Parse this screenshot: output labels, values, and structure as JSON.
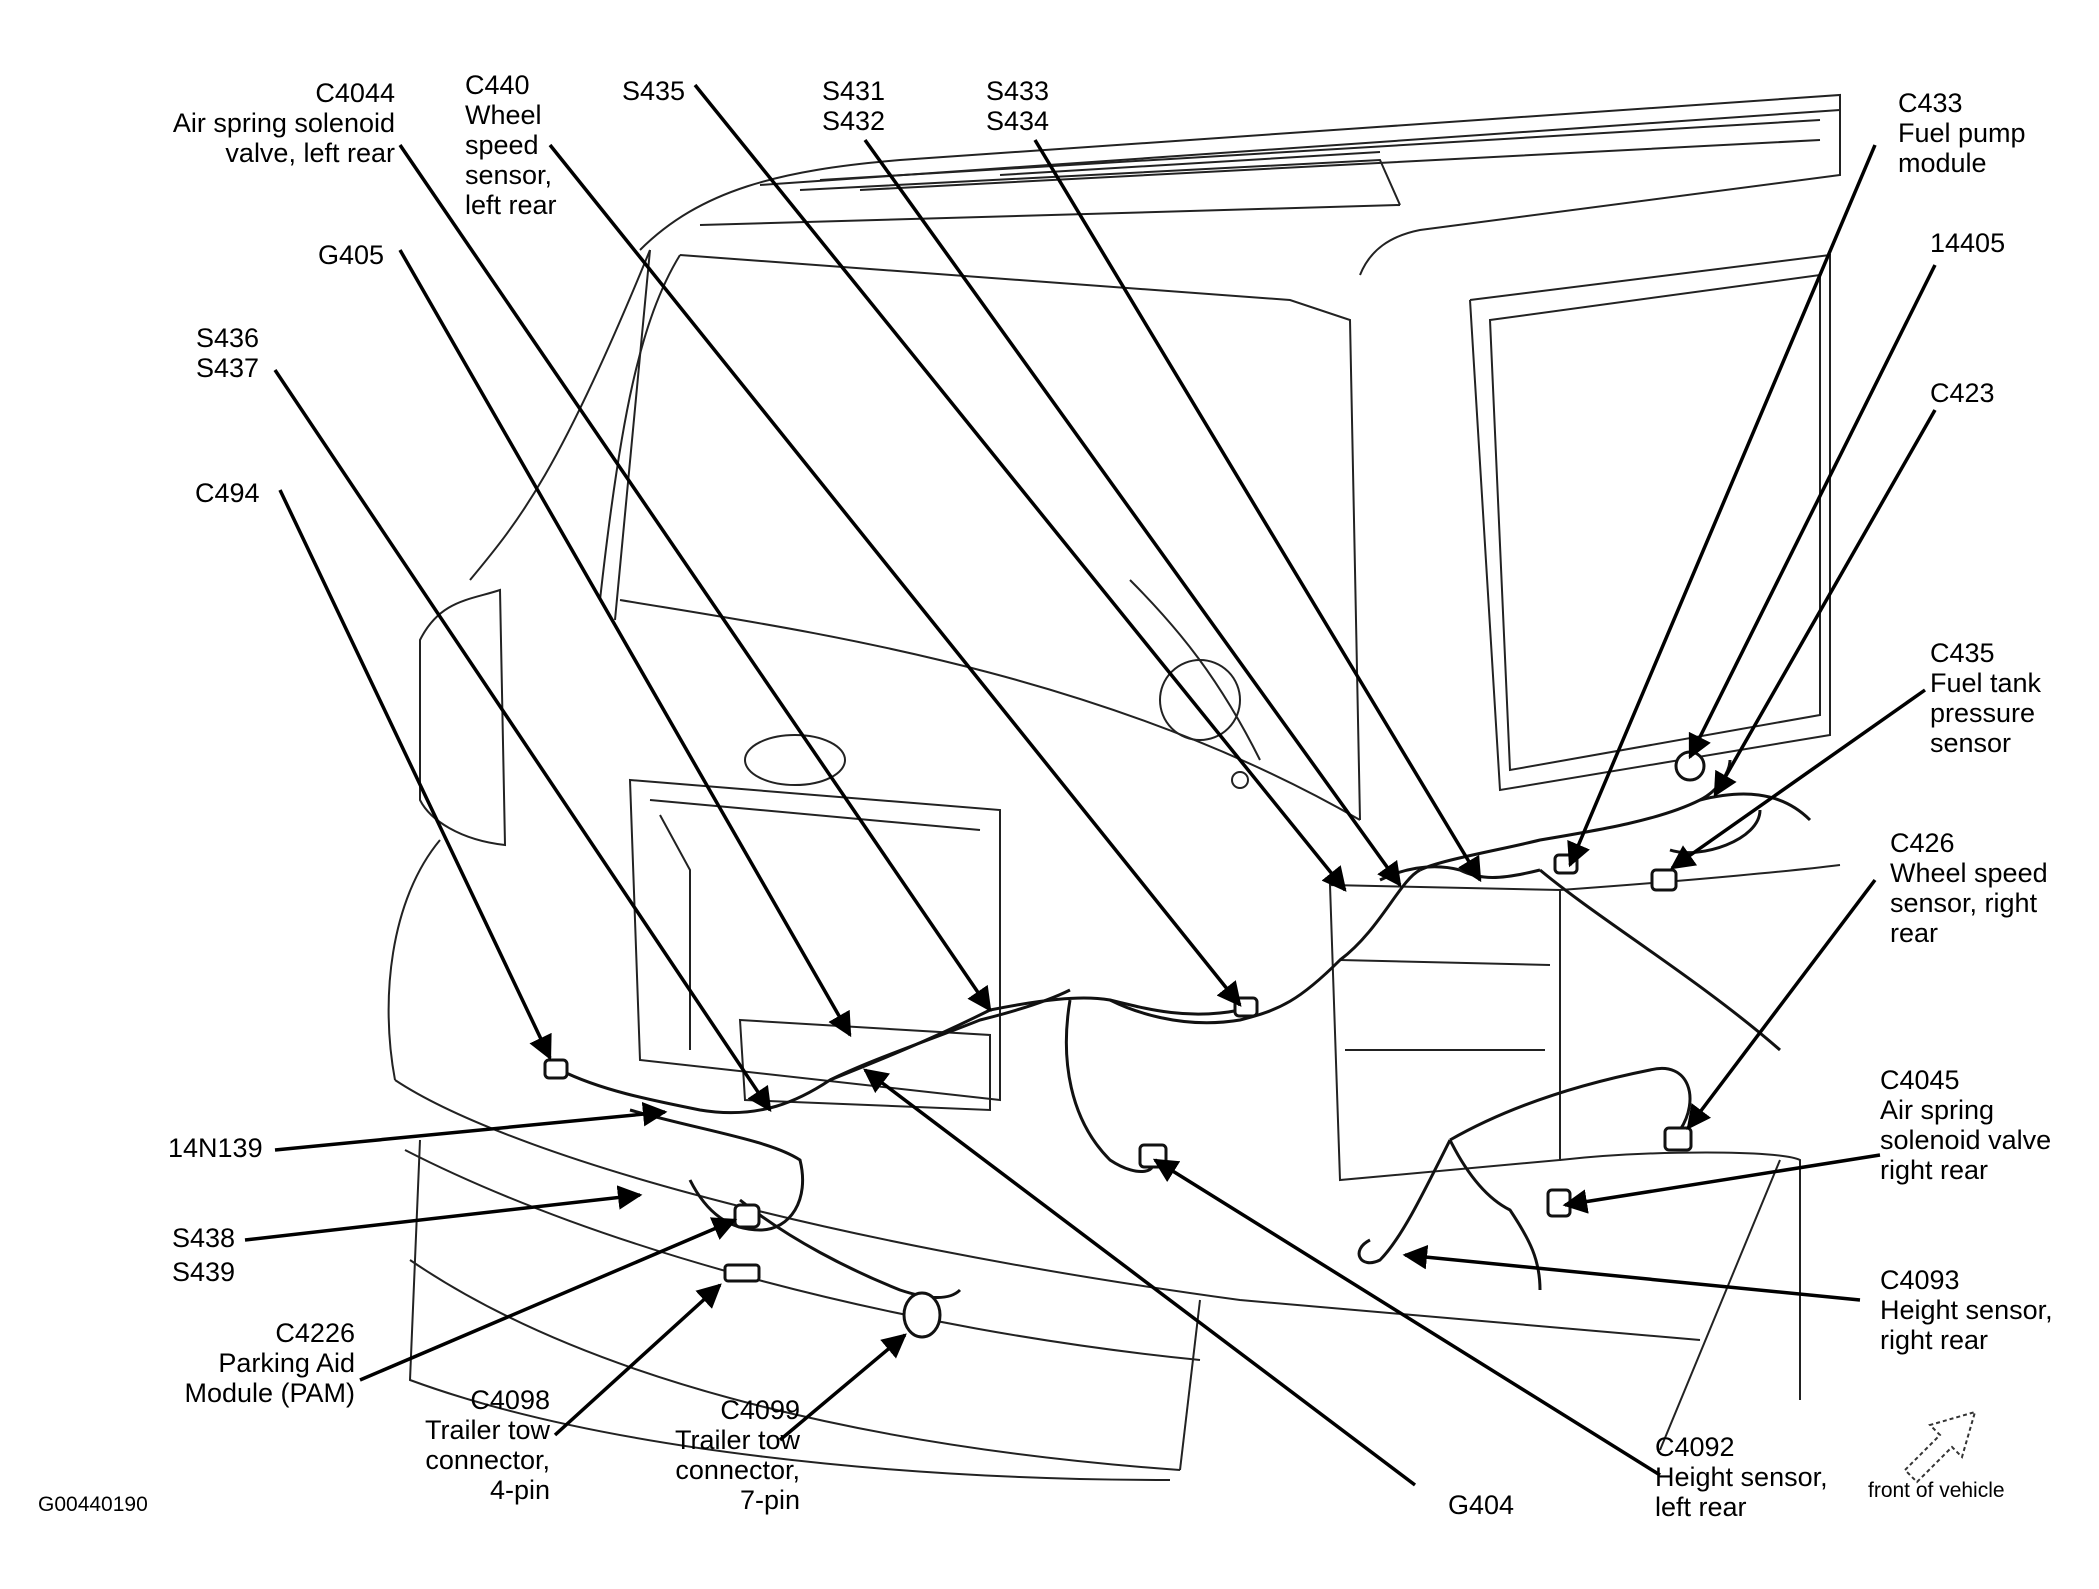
{
  "figure_id": "G00440190",
  "compass_label": "front of vehicle",
  "callouts": {
    "c4044": [
      "C4044",
      "Air spring solenoid",
      "valve, left rear"
    ],
    "c440": [
      "C440",
      "Wheel",
      "speed",
      "sensor,",
      "left rear"
    ],
    "s435": [
      "S435"
    ],
    "s431": [
      "S431",
      "S432"
    ],
    "s433": [
      "S433",
      "S434"
    ],
    "c433": [
      "C433",
      "Fuel pump",
      "module"
    ],
    "n14405": [
      "14405"
    ],
    "c423": [
      "C423"
    ],
    "g405": [
      "G405"
    ],
    "s436": [
      "S436",
      "S437"
    ],
    "c494": [
      "C494"
    ],
    "c435": [
      "C435",
      "Fuel tank",
      "pressure",
      "sensor"
    ],
    "c426": [
      "C426",
      "Wheel speed",
      "sensor, right",
      "rear"
    ],
    "c4045": [
      "C4045",
      "Air spring",
      "solenoid valve",
      "right rear"
    ],
    "n14n139": [
      "14N139"
    ],
    "s438": [
      "S438"
    ],
    "s439": [
      "S439"
    ],
    "c4093": [
      "C4093",
      "Height sensor,",
      "right rear"
    ],
    "c4226": [
      "C4226",
      "Parking Aid",
      "Module (PAM)"
    ],
    "c4098": [
      "C4098",
      "Trailer tow",
      "connector,",
      "4-pin"
    ],
    "c4099": [
      "C4099",
      "Trailer tow",
      "connector,",
      "7-pin"
    ],
    "c4092": [
      "C4092",
      "Height sensor,",
      "left rear"
    ],
    "g404": [
      "G404"
    ]
  }
}
